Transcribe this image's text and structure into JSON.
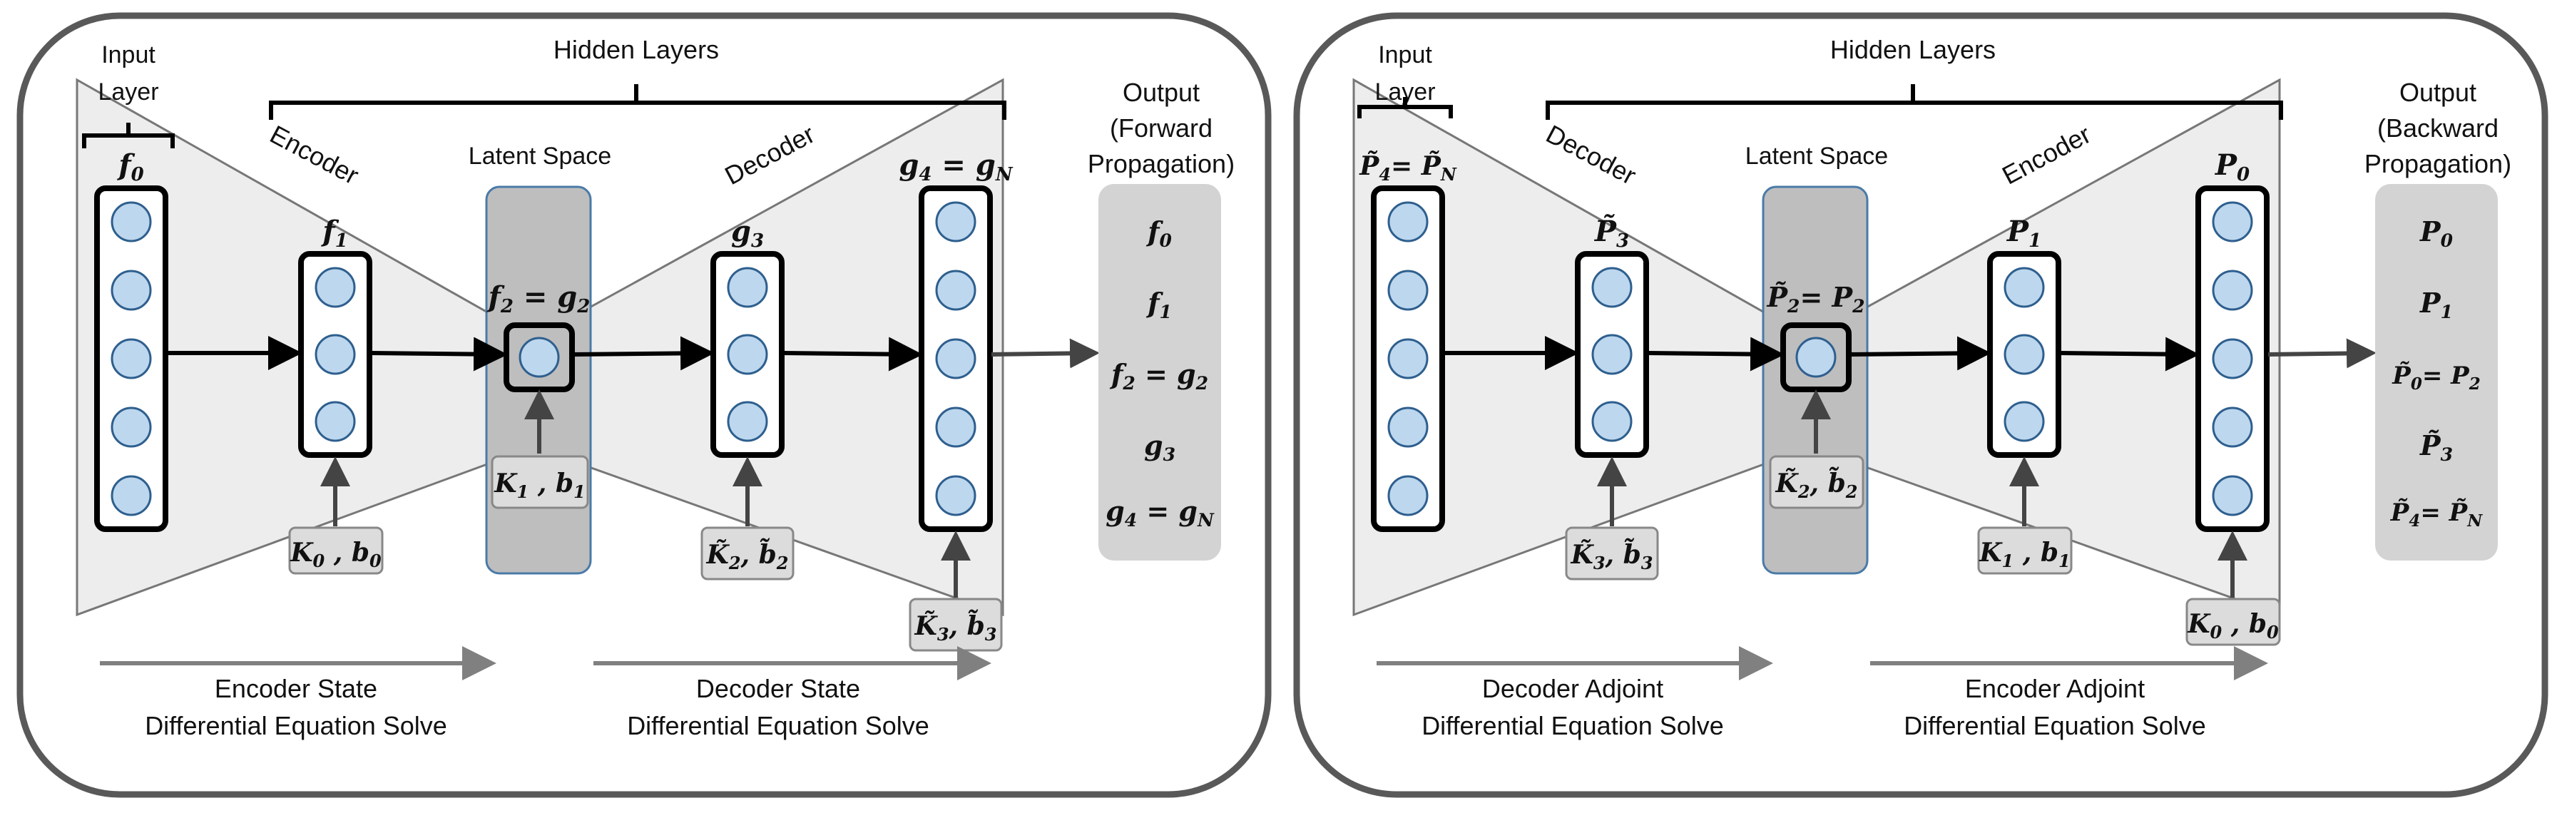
{
  "forward": {
    "input_layer": "Input Layer",
    "hidden_layers": "Hidden Layers",
    "stage1": "Encoder",
    "latent_space": "Latent Space",
    "stage2": "Decoder",
    "output_title": [
      "Output",
      "(Forward",
      "Propagation)"
    ],
    "layer_labels": [
      "f",
      "f",
      "f",
      "g",
      "g"
    ],
    "params": [
      "K",
      "K",
      "K̃",
      "K̃"
    ],
    "output_items": [
      "f",
      "f",
      "f",
      "g",
      "g"
    ],
    "solve1": [
      "Encoder State",
      "Differential Equation Solve"
    ],
    "solve2": [
      "Decoder State",
      "Differential Equation Solve"
    ]
  },
  "backward": {
    "input_layer": "Input Layer",
    "hidden_layers": "Hidden Layers",
    "stage1": "Decoder",
    "latent_space": "Latent Space",
    "stage2": "Encoder",
    "output_title": [
      "Output",
      "(Backward",
      "Propagation)"
    ],
    "layer_labels": [
      "P̃",
      "P̃",
      "P̃",
      "P",
      "P"
    ],
    "params": [
      "K̃",
      "K̃",
      "K",
      "K"
    ],
    "output_items": [
      "P",
      "P",
      "P̃",
      "P̃",
      "P̃"
    ],
    "solve1": [
      "Decoder Adjoint",
      "Differential Equation Solve"
    ],
    "solve2": [
      "Encoder Adjoint",
      "Differential Equation Solve"
    ]
  },
  "colors": {
    "node_fill": "#bdd7ee",
    "node_stroke": "#2e5f8e",
    "latent_fill": "#bebebe",
    "latent_stroke": "#4a7aa8",
    "trapezoid_fill": "#ededed",
    "output_fill": "#d3d3d3",
    "param_fill": "#dcdcdc",
    "panel_stroke": "#595959",
    "arrow_gray": "#808080"
  }
}
